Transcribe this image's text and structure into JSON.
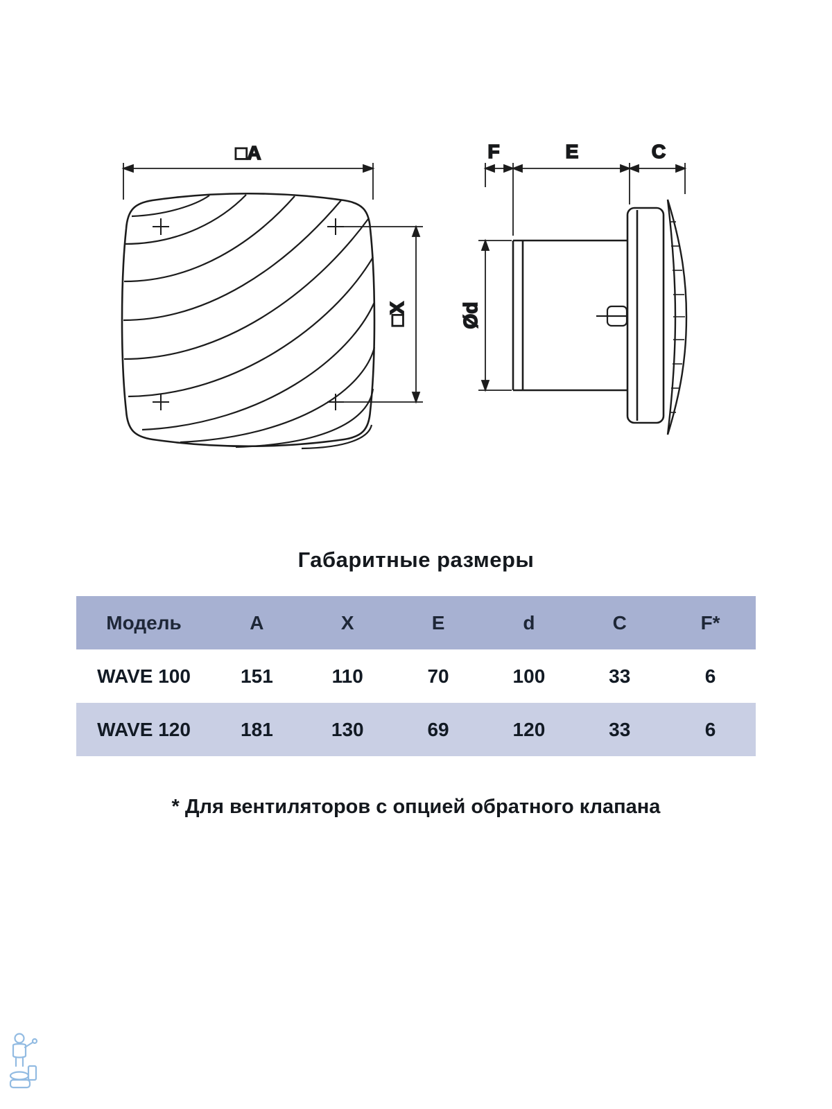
{
  "front_view": {
    "dim_a_label": "□A",
    "dim_x_label": "□X"
  },
  "side_view": {
    "dim_f_label": "F",
    "dim_e_label": "E",
    "dim_c_label": "C",
    "dim_d_label": "Ød"
  },
  "table": {
    "title": "Габаритные размеры",
    "headers": [
      "Модель",
      "A",
      "X",
      "E",
      "d",
      "C",
      "F*"
    ],
    "rows": [
      {
        "model": "WAVE 100",
        "values": [
          "151",
          "110",
          "70",
          "100",
          "33",
          "6"
        ]
      },
      {
        "model": "WAVE 120",
        "values": [
          "181",
          "130",
          "69",
          "120",
          "33",
          "6"
        ]
      }
    ],
    "colors": {
      "header_bg": "#a7b1d2",
      "row_alt_bg": "#c9cfe4",
      "row_bg": "#ffffff",
      "text": "#121a24"
    }
  },
  "footnote": "* Для вентиляторов с опцией обратного клапана",
  "watermark": {
    "icon": "plumber-mascot-icon",
    "color": "#7fb0de"
  },
  "chart_data": {
    "type": "table",
    "title": "Габаритные размеры",
    "columns": [
      "Модель",
      "A",
      "X",
      "E",
      "d",
      "C",
      "F*"
    ],
    "rows": [
      [
        "WAVE 100",
        151,
        110,
        70,
        100,
        33,
        6
      ],
      [
        "WAVE 120",
        181,
        130,
        69,
        120,
        33,
        6
      ]
    ]
  }
}
